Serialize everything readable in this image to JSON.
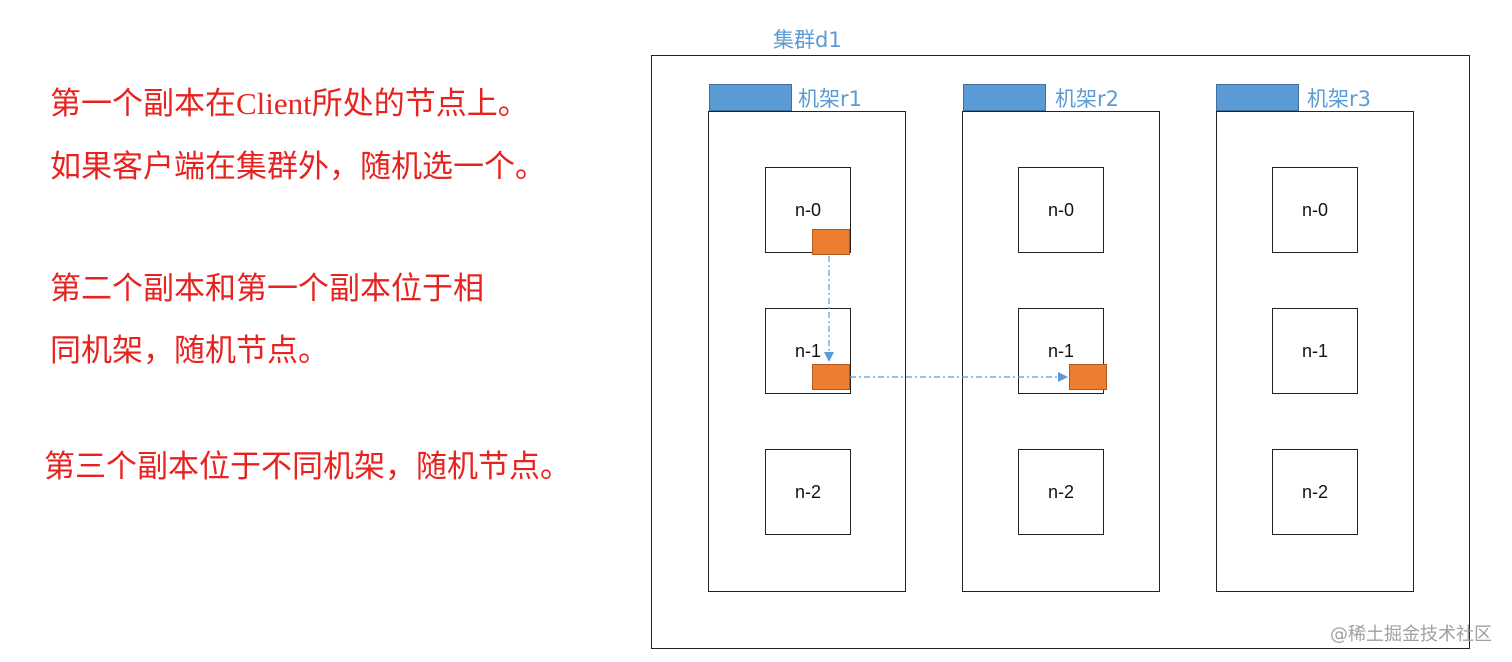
{
  "text_lines": {
    "line1_pre": "第一个副本在",
    "line1_latin": "Client",
    "line1_post": "所处的节点上。",
    "line2": "如果客户端在集群外，随机选一个。",
    "line3": "第二个副本和第一个副本位于相",
    "line4": "同机架，随机节点。",
    "line5": "第三个副本位于不同机架，随机节点。"
  },
  "cluster": {
    "label": "集群d1"
  },
  "racks": [
    {
      "label": "机架r1",
      "nodes": [
        "n-0",
        "n-1",
        "n-2"
      ]
    },
    {
      "label": "机架r2",
      "nodes": [
        "n-0",
        "n-1",
        "n-2"
      ]
    },
    {
      "label": "机架r3",
      "nodes": [
        "n-0",
        "n-1",
        "n-2"
      ]
    }
  ],
  "replica_placement": [
    {
      "replica": 1,
      "rack": "机架r1",
      "node": "n-0"
    },
    {
      "replica": 2,
      "rack": "机架r1",
      "node": "n-1"
    },
    {
      "replica": 3,
      "rack": "机架r2",
      "node": "n-1"
    }
  ],
  "watermark": "@稀土掘金技术社区",
  "colors": {
    "text_red": "#e8231f",
    "rack_blue": "#5b9bd5",
    "replica_orange": "#ed7d31",
    "arrow_blue": "#5b9bd5"
  }
}
